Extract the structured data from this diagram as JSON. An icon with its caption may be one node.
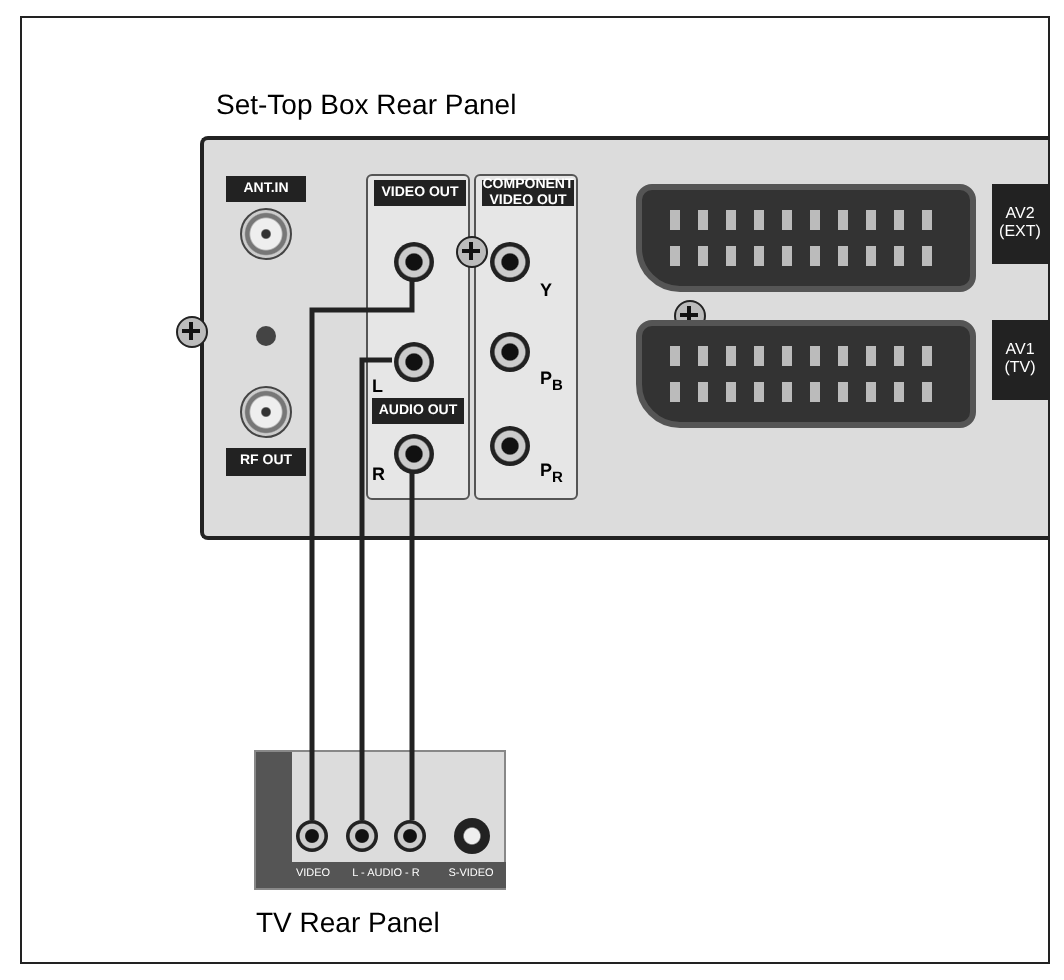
{
  "diagram": {
    "nodes": [
      {
        "text": [
          "Set-Top Box Rear Panel"
        ]
      },
      {
        "text": [
          "VIDEO OUT"
        ],
        "in": 0
      },
      {
        "text": [],
        "shape": "circle",
        "in": 1
      },
      {
        "text": [],
        "shape": "circle",
        "in": 1,
        "beside": [
          "L"
        ]
      },
      {
        "text": [],
        "shape": "circle",
        "in": 1,
        "beside": [
          "R"
        ]
      },
      {
        "text": [
          "TV Rear Panel"
        ]
      },
      {
        "text": [],
        "shape": "circle",
        "in": 5
      },
      {
        "text": [],
        "shape": "circle",
        "in": 5
      },
      {
        "text": [],
        "shape": "circle",
        "in": 5
      },
      {
        "text": [
          "COMPONENT VIDEO OUT"
        ],
        "in": 0
      },
      {
        "text": [],
        "shape": "circle",
        "in": 9,
        "beside": [
          "Y"
        ]
      },
      {
        "text": [],
        "shape": "circle",
        "in": 9,
        "beside": [
          "P$_{B}$"
        ]
      },
      {
        "text": [],
        "shape": "circle",
        "in": 9,
        "beside": [
          "P$_{R}$"
        ]
      },
      {
        "text": [],
        "shape": "circle",
        "in": 5
      }
    ],
    "edges": [
      {
        "from": 2,
        "to": 6,
        "arrow": "none"
      },
      {
        "from": 3,
        "to": 7,
        "arrow": "none"
      },
      {
        "from": 4,
        "to": 8,
        "arrow": "none"
      }
    ],
    "labels": [
      "ANT.IN",
      "RF OUT",
      "AUDIO OUT",
      "AV2 (EXT)",
      "AV1 (TV)",
      "VIDEO",
      "L - AUDIO - R",
      "S-VIDEO"
    ]
  }
}
